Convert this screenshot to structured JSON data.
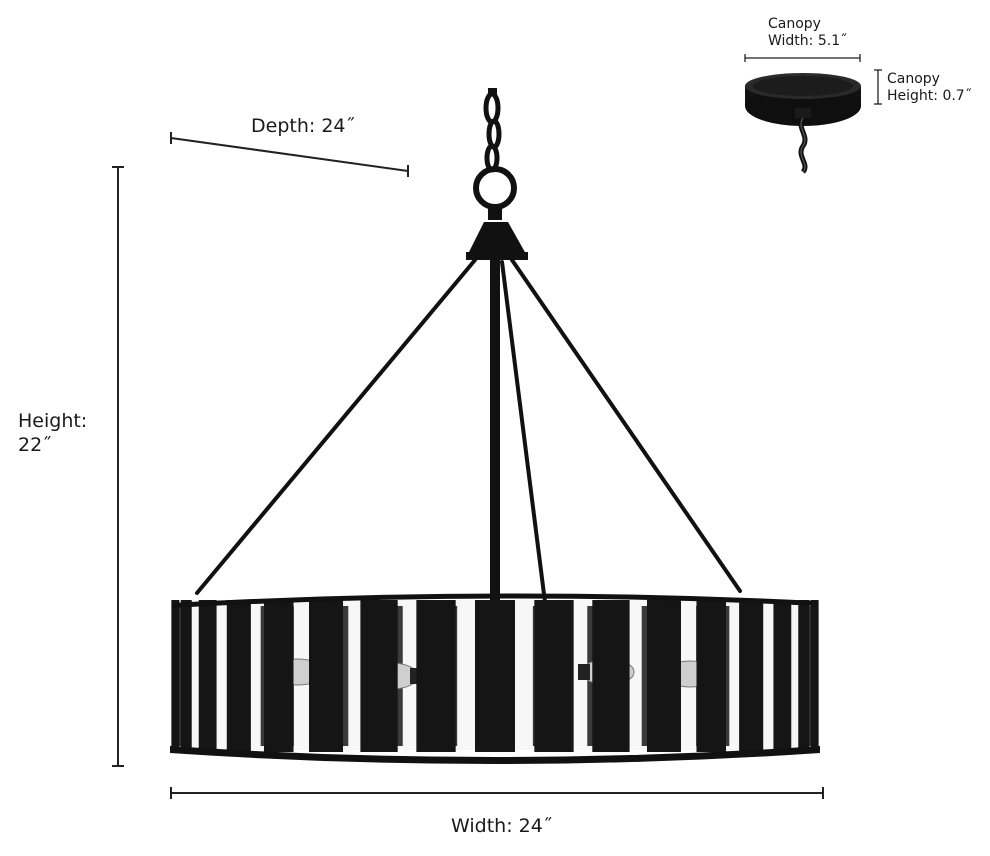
{
  "dimensions": {
    "depth": {
      "label": "Depth:",
      "value": "24˝"
    },
    "height": {
      "label": "Height:",
      "value": "22˝"
    },
    "width": {
      "label": "Width:",
      "value": "24˝"
    },
    "canopy_width": {
      "label": "Canopy",
      "line2": "Width: 5.1˝"
    },
    "canopy_height": {
      "label": "Canopy",
      "line2": "Height: 0.7˝"
    }
  },
  "colors": {
    "fixture": "#151515",
    "line": "#222222",
    "bulb": "#cfcfcf"
  },
  "shade": {
    "slat_count": 17
  }
}
